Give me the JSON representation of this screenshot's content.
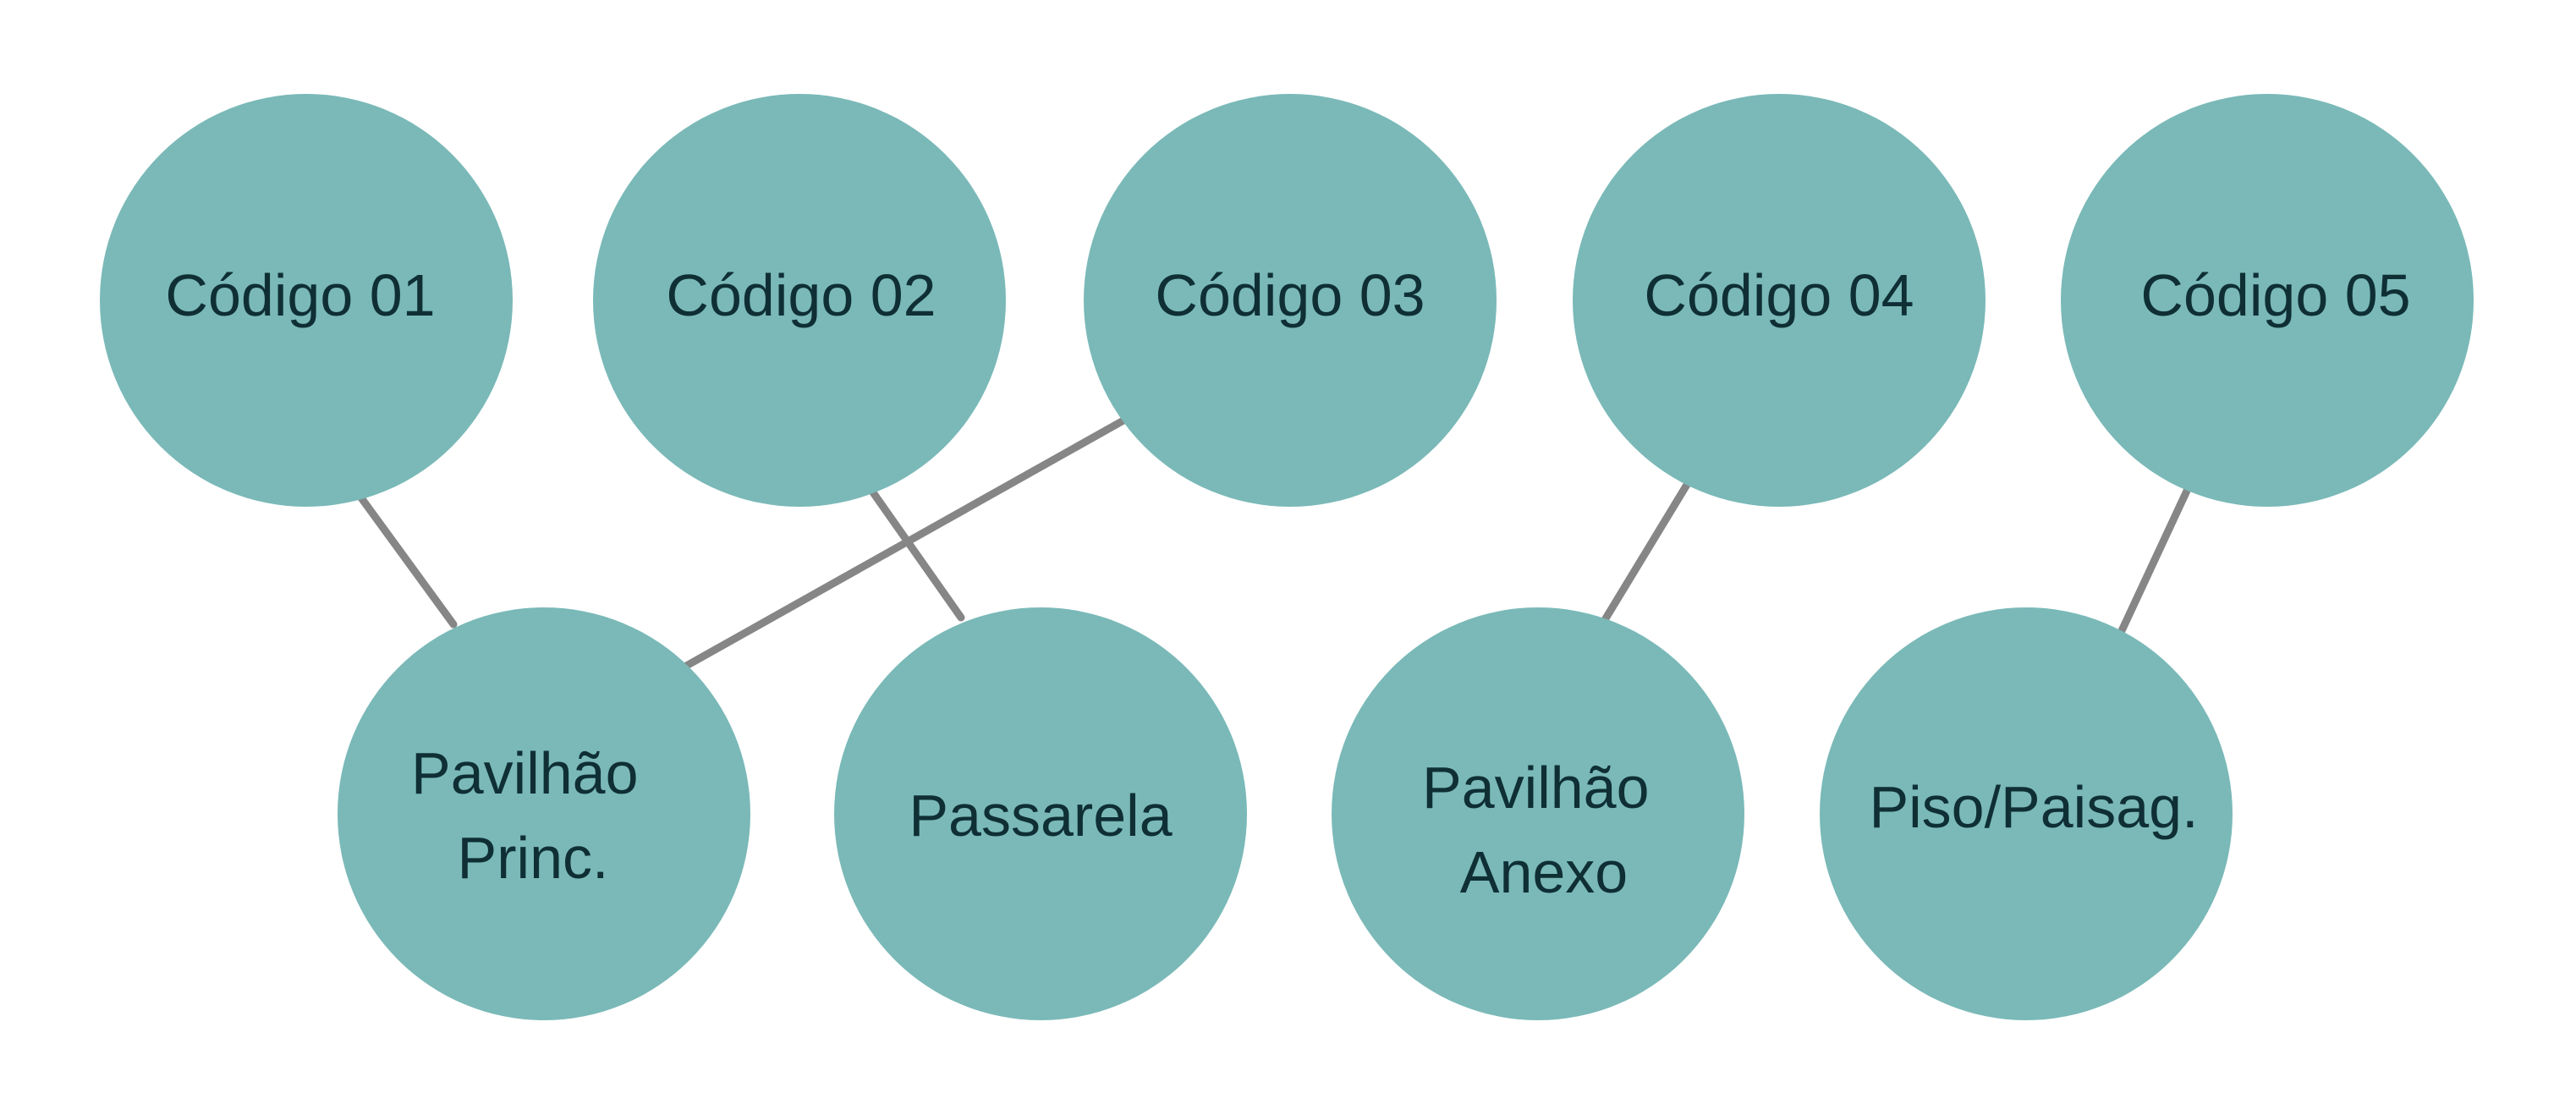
{
  "diagram": {
    "top_nodes": [
      {
        "id": "c01",
        "label": "Código 01"
      },
      {
        "id": "c02",
        "label": "Código 02"
      },
      {
        "id": "c03",
        "label": "Código 03"
      },
      {
        "id": "c04",
        "label": "Código 04"
      },
      {
        "id": "c05",
        "label": "Código 05"
      }
    ],
    "bottom_nodes": [
      {
        "id": "pp",
        "label_lines": [
          "Pavilhão",
          "Princ."
        ]
      },
      {
        "id": "ps",
        "label_lines": [
          "Passarela"
        ]
      },
      {
        "id": "pa",
        "label_lines": [
          "Pavilhão",
          "Anexo"
        ]
      },
      {
        "id": "pi",
        "label_lines": [
          "Piso/Paisag."
        ]
      }
    ],
    "connections": [
      {
        "from": "c01",
        "to": "pp"
      },
      {
        "from": "c02",
        "to": "ps"
      },
      {
        "from": "c03",
        "to": "pp"
      },
      {
        "from": "c04",
        "to": "pa"
      },
      {
        "from": "c05",
        "to": "pi"
      }
    ],
    "colors": {
      "node_fill": "#7ab9b8",
      "connector": "#868686",
      "label_text": "#0f2f35"
    }
  }
}
